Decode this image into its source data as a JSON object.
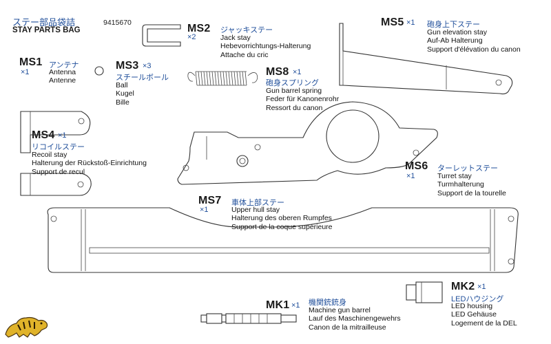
{
  "header": {
    "title_jp": "ステー部品袋詰",
    "title_en": "STAY PARTS BAG",
    "part_no": "9415670"
  },
  "parts": [
    {
      "id": "ms1",
      "code": "MS1",
      "qty": "×1",
      "jp": "アンテナ",
      "names": [
        "Antenna",
        "Antenne"
      ]
    },
    {
      "id": "ms2",
      "code": "MS2",
      "qty": "×2",
      "jp": "ジャッキステー",
      "names": [
        "Jack stay",
        "Hebevorrichtungs-Halterung",
        "Attache du cric"
      ]
    },
    {
      "id": "ms3",
      "code": "MS3",
      "qty": "×3",
      "jp": "スチールボール",
      "names": [
        "Ball",
        "Kugel",
        "Bille"
      ]
    },
    {
      "id": "ms4",
      "code": "MS4",
      "qty": "×1",
      "jp": "リコイルステー",
      "names": [
        "Recoil stay",
        "Halterung der Rückstoß-Einrichtung",
        "Support de recul"
      ]
    },
    {
      "id": "ms5",
      "code": "MS5",
      "qty": "×1",
      "jp": "砲身上下ステー",
      "names": [
        "Gun elevation stay",
        "Auf-Ab Halterung",
        "Support d'élévation du canon"
      ]
    },
    {
      "id": "ms6",
      "code": "MS6",
      "qty": "×1",
      "jp": "ターレットステー",
      "names": [
        "Turret stay",
        "Turmhalterung",
        "Support de la tourelle"
      ]
    },
    {
      "id": "ms7",
      "code": "MS7",
      "qty": "×1",
      "jp": "車体上部ステー",
      "names": [
        "Upper hull stay",
        "Halterung des oberen Rumpfes",
        "Support de la coque supérieure"
      ]
    },
    {
      "id": "ms8",
      "code": "MS8",
      "qty": "×1",
      "jp": "砲身スプリング",
      "names": [
        "Gun barrel spring",
        "Feder für Kanonenrohr",
        "Ressort du canon"
      ]
    },
    {
      "id": "mk1",
      "code": "MK1",
      "qty": "×1",
      "jp": "機関銃銃身",
      "names": [
        "Machine gun barrel",
        "Lauf des Maschinengewehrs",
        "Canon de la mitrailleuse"
      ]
    },
    {
      "id": "mk2",
      "code": "MK2",
      "qty": "×1",
      "jp": "LEDハウジング",
      "names": [
        "LED housing",
        "LED Gehäuse",
        "Logement de la DEL"
      ]
    }
  ],
  "icons": {
    "logo": "tiger-logo"
  },
  "colors": {
    "label_blue": "#1f4e9a",
    "logo_gold": "#e0b32a"
  }
}
